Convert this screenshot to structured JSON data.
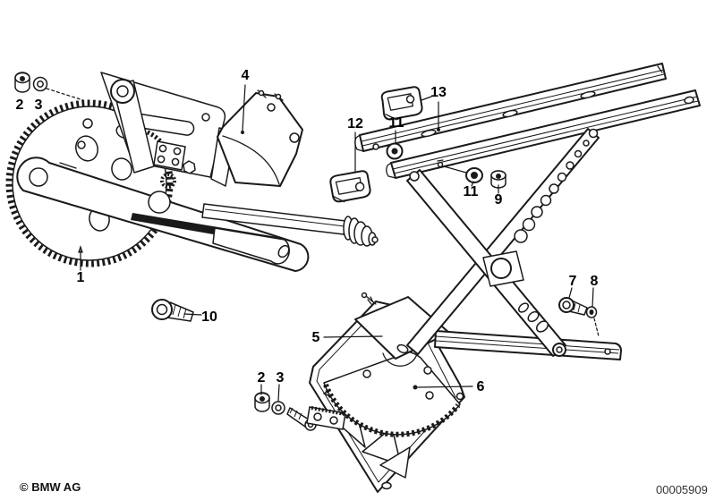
{
  "diagram": {
    "callouts": [
      "1",
      "2",
      "3",
      "4",
      "5",
      "6",
      "7",
      "8",
      "9",
      "10",
      "11",
      "12",
      "13"
    ],
    "copyright": "© BMW AG",
    "drawing_number": "00005909"
  }
}
